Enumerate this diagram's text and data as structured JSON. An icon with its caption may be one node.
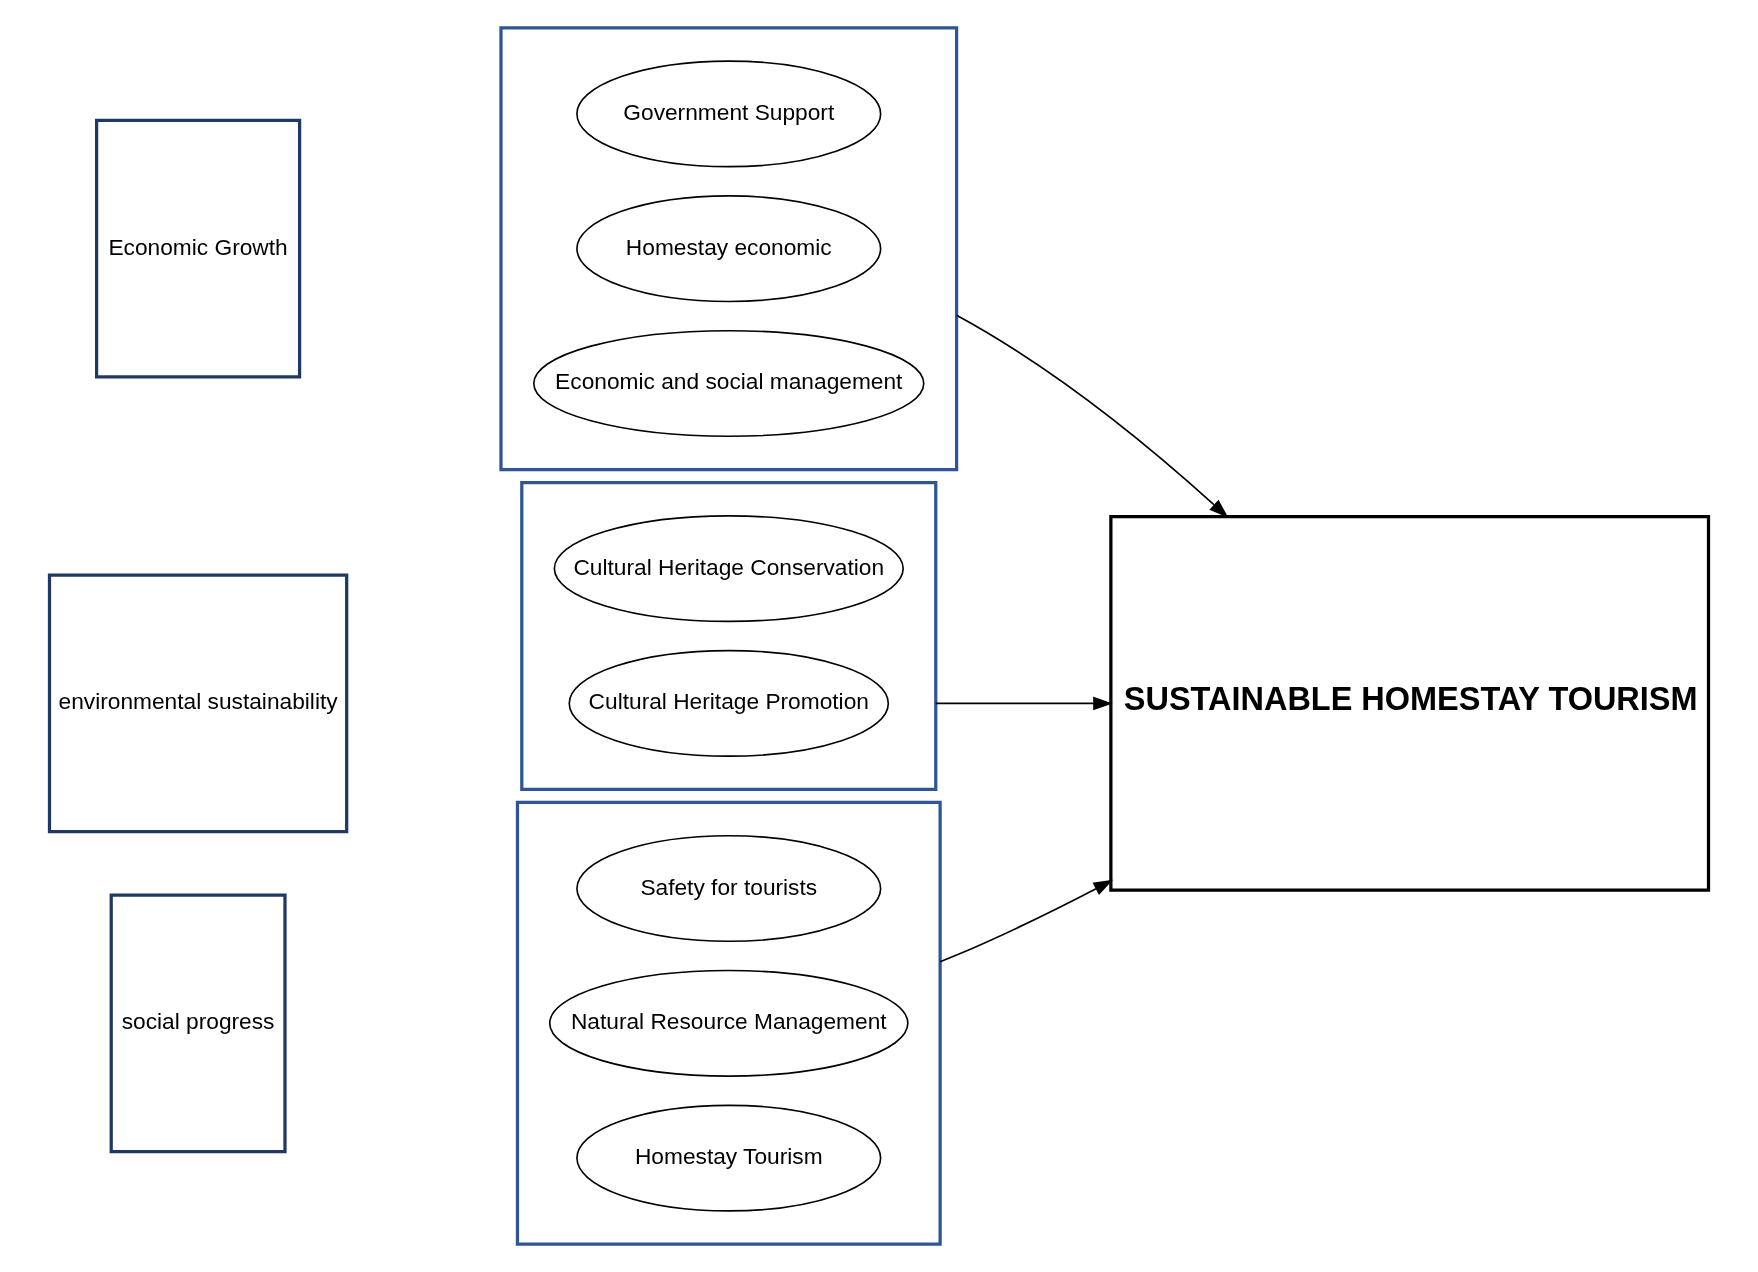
{
  "diagram": {
    "nodes": [
      {
        "text": [
          "Economic Growth"
        ]
      },
      {
        "text": [],
        "shape": "box"
      },
      {
        "text": [
          "Government Support"
        ],
        "in": 1
      },
      {
        "text": [
          "Homestay economic"
        ],
        "in": 1
      },
      {
        "text": [
          "Economic and social management"
        ],
        "in": 1
      },
      {
        "text": [
          "environmental sustainability"
        ]
      },
      {
        "text": [],
        "shape": "box"
      },
      {
        "text": [
          "Cultural Heritage Conservation"
        ],
        "in": 6
      },
      {
        "text": [
          "Cultural Heritage Promotion"
        ],
        "in": 6
      },
      {
        "text": [
          "social progress"
        ]
      },
      {
        "text": [],
        "shape": "box"
      },
      {
        "text": [
          "Safety for tourists"
        ],
        "in": 10
      },
      {
        "text": [
          "Natural Resource Management"
        ],
        "in": 10
      },
      {
        "text": [
          "Homestay Tourism"
        ],
        "in": 10
      },
      {
        "text": [
          "SUSTAINABLE HOMESTAY TOURISM"
        ]
      }
    ],
    "edges": [
      {
        "from": 1,
        "to": 14,
        "arrow": "to"
      },
      {
        "from": 6,
        "to": 14,
        "arrow": "to"
      },
      {
        "from": 10,
        "to": 14,
        "arrow": "to"
      }
    ]
  }
}
